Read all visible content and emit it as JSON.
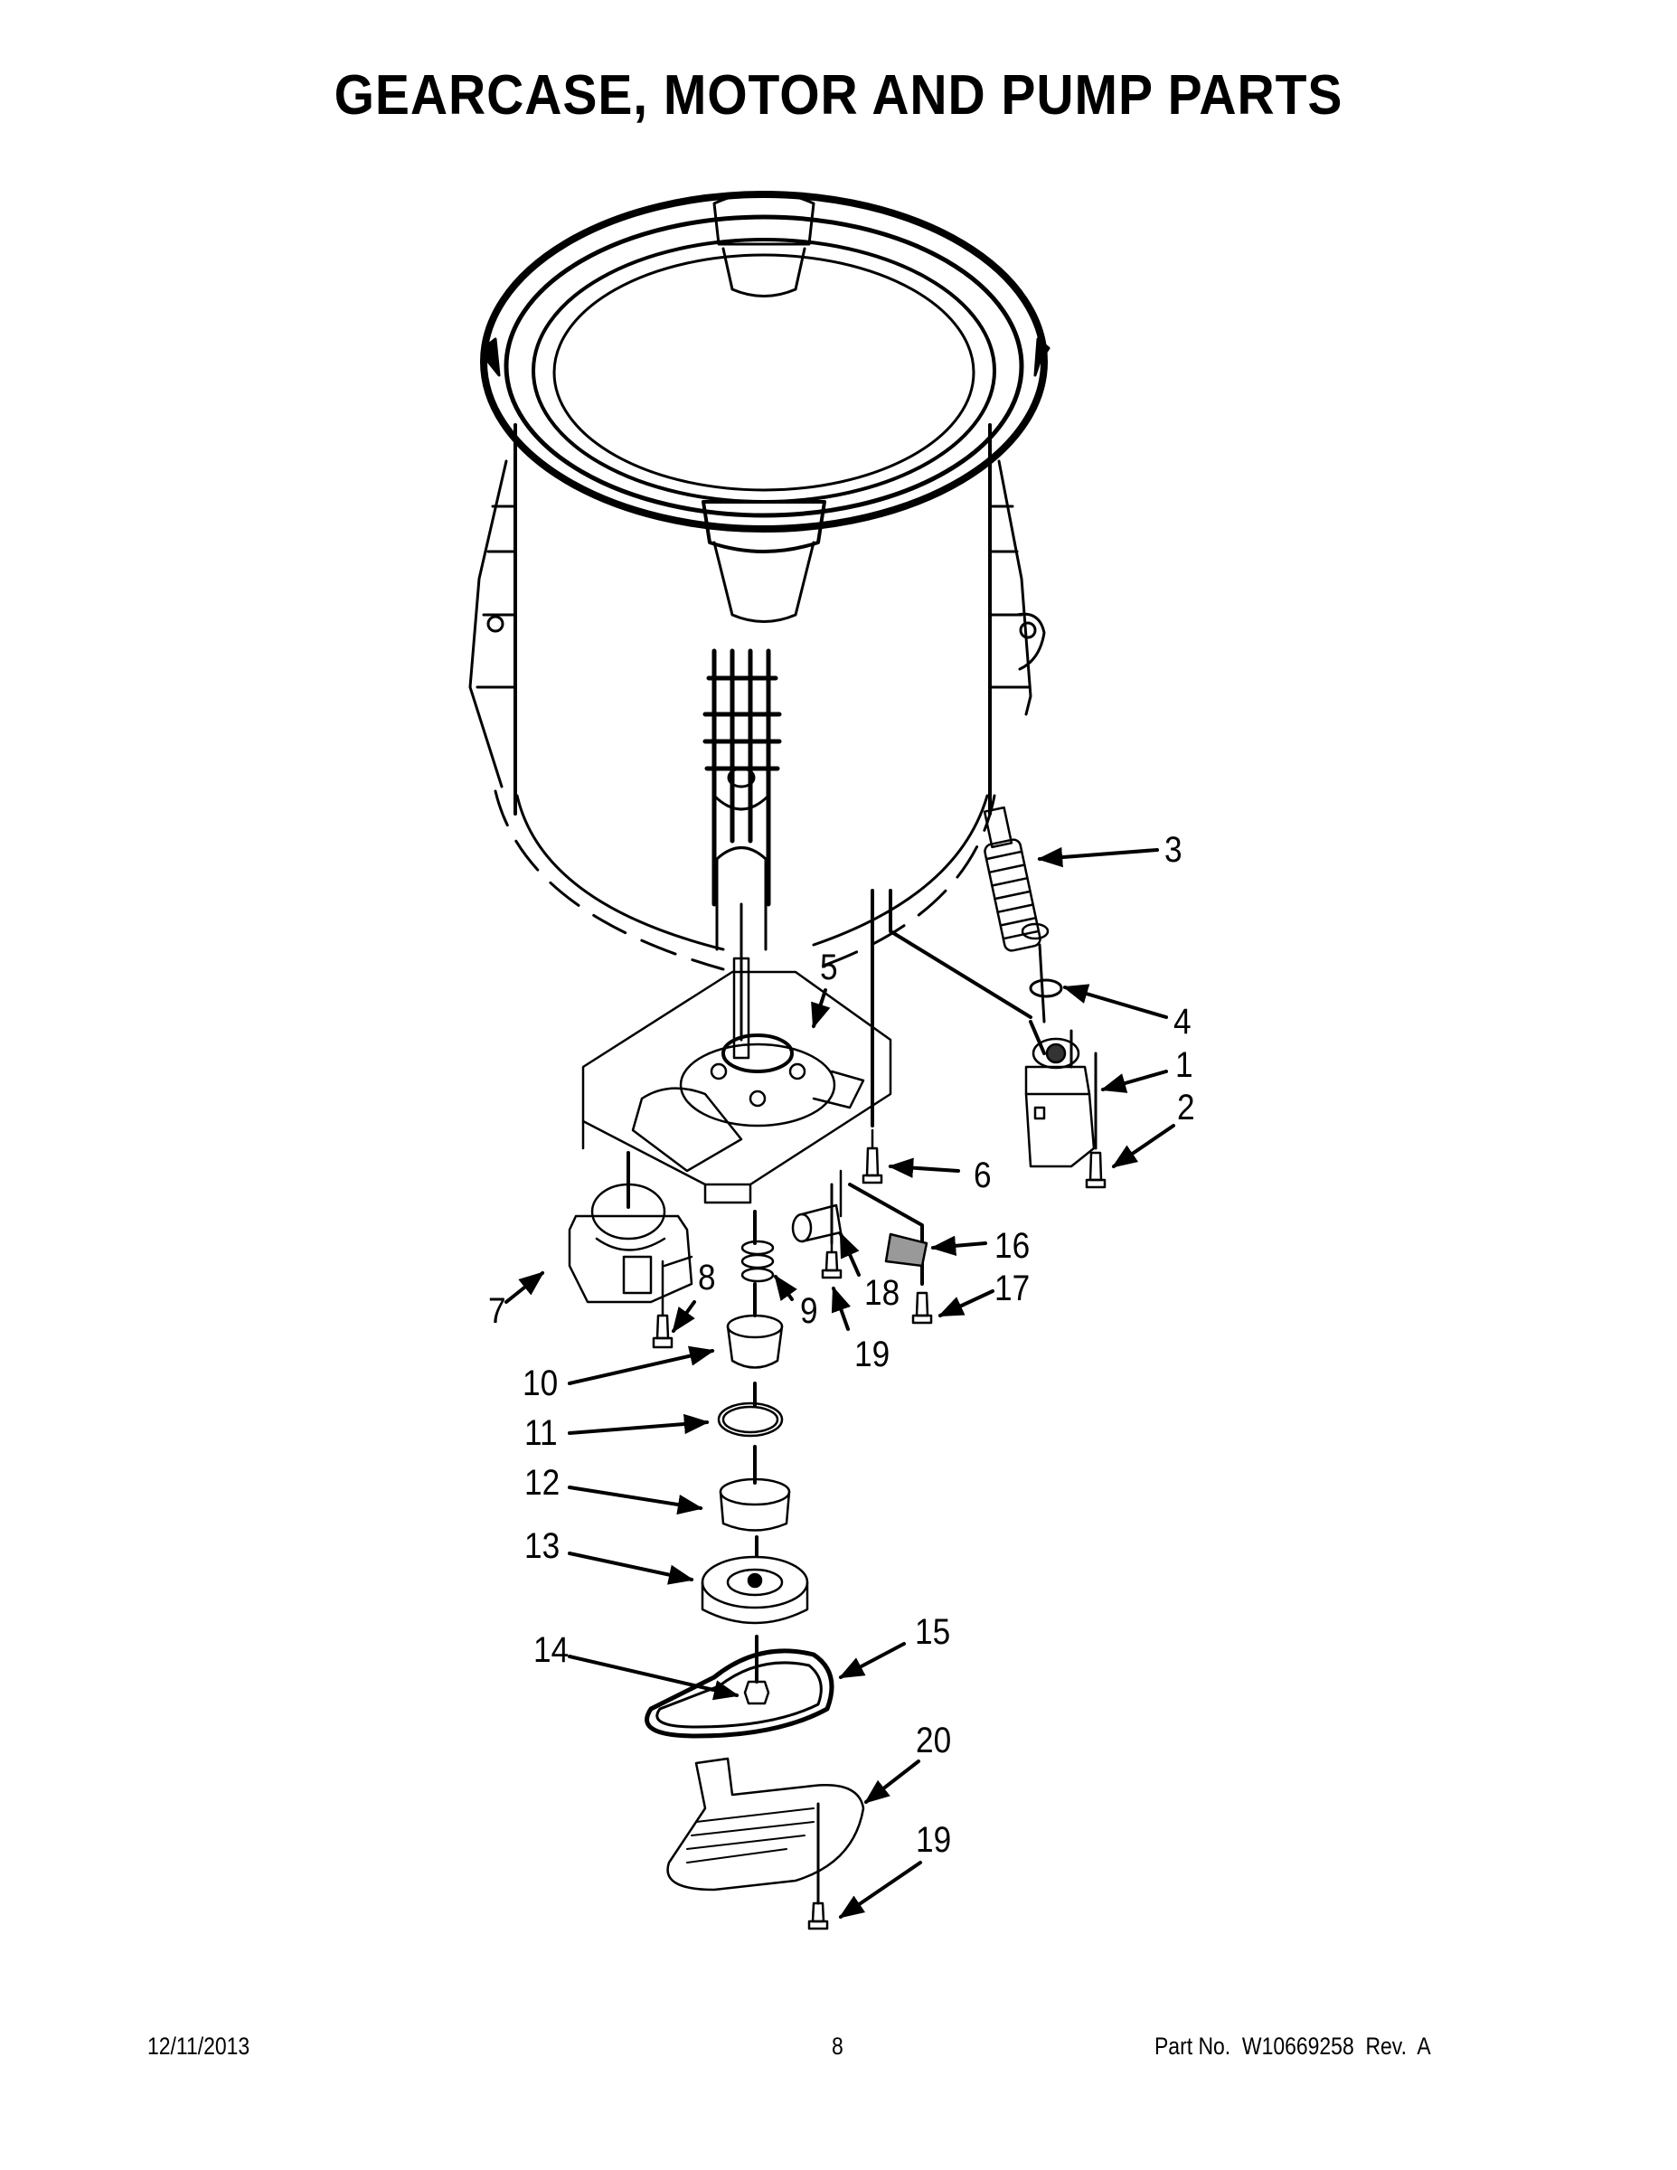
{
  "page": {
    "title": "GEARCASE, MOTOR AND PUMP PARTS"
  },
  "diagram": {
    "subject": "washer tub with gearcase, motor and pump assembly (exploded view)",
    "callouts": [
      {
        "id": "c1",
        "label": "1",
        "part": "pump"
      },
      {
        "id": "c2",
        "label": "2",
        "part": "pump screw"
      },
      {
        "id": "c3",
        "label": "3",
        "part": "drain hose"
      },
      {
        "id": "c4",
        "label": "4",
        "part": "hose clamp"
      },
      {
        "id": "c5",
        "label": "5",
        "part": "gearcase / mounting plate"
      },
      {
        "id": "c6",
        "label": "6",
        "part": "screw"
      },
      {
        "id": "c7",
        "label": "7",
        "part": "motor"
      },
      {
        "id": "c8",
        "label": "8",
        "part": "motor screw"
      },
      {
        "id": "c9",
        "label": "9",
        "part": "spring"
      },
      {
        "id": "c10",
        "label": "10",
        "part": "clutch / coupler"
      },
      {
        "id": "c11",
        "label": "11",
        "part": "retaining ring"
      },
      {
        "id": "c12",
        "label": "12",
        "part": "shift actuator housing"
      },
      {
        "id": "c13",
        "label": "13",
        "part": "pulley"
      },
      {
        "id": "c14",
        "label": "14",
        "part": "nut"
      },
      {
        "id": "c15",
        "label": "15",
        "part": "drive belt"
      },
      {
        "id": "c16",
        "label": "16",
        "part": "shifter / control module"
      },
      {
        "id": "c17",
        "label": "17",
        "part": "screw"
      },
      {
        "id": "c18",
        "label": "18",
        "part": "capacitor"
      },
      {
        "id": "c19a",
        "label": "19",
        "part": "screw"
      },
      {
        "id": "c19b",
        "label": "19",
        "part": "screw"
      },
      {
        "id": "c20",
        "label": "20",
        "part": "belt shield"
      }
    ]
  },
  "footer": {
    "date": "12/11/2013",
    "page_number": "8",
    "part_number": "Part No.  W10669258  Rev.  A"
  }
}
